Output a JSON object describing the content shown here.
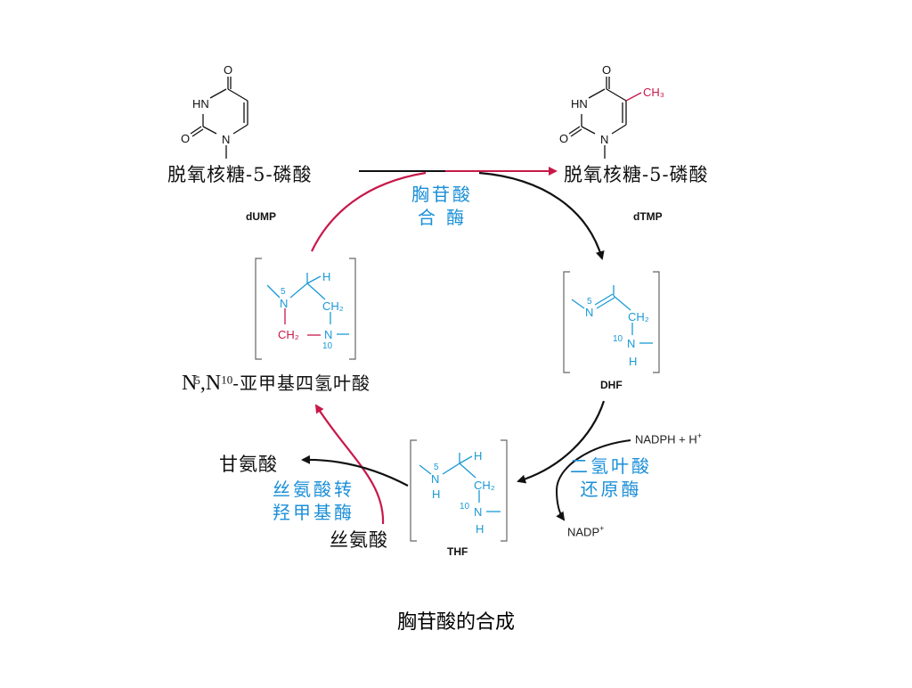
{
  "diagram": {
    "dump_molecule": {
      "atom_o_top": "O",
      "atom_hn": "HN",
      "atom_o_left": "O",
      "atom_n": "N",
      "sugar_label": "脱氧核糖-5-磷酸",
      "abbr": "dUMP"
    },
    "dtmp_molecule": {
      "atom_o_top": "O",
      "atom_hn": "HN",
      "atom_o_left": "O",
      "atom_n": "N",
      "methyl": "CH₃",
      "sugar_label": "脱氧核糖-5-磷酸",
      "abbr": "dTMP"
    },
    "enzyme_thymidylate": [
      "胸苷酸",
      "合 酶"
    ],
    "dhf": {
      "n5_sup": "5",
      "n5": "N",
      "ch2": "CH₂",
      "n10_sup": "10",
      "n10": "N",
      "h": "H",
      "abbr": "DHF"
    },
    "thf": {
      "n5_sup": "5",
      "n5": "N",
      "h5": "H",
      "h_top": "H",
      "ch2": "CH₂",
      "n10_sup": "10",
      "n10": "N",
      "h10": "H",
      "abbr": "THF"
    },
    "methylene_thf": {
      "n5_sup": "5",
      "n5": "N",
      "h_top": "H",
      "ch2_top": "CH₂",
      "ch2_bridge": "CH₂",
      "n10_sup": "10",
      "n10": "N",
      "label_n": "N",
      "label_sup5": "5",
      "label_comma": ",",
      "label_n2": "N",
      "label_sup10": "10",
      "label_rest": "-亚甲基四氢叶酸"
    },
    "enzyme_dhfr": [
      "二氢叶酸",
      "还原酶"
    ],
    "nadph_in": "NADPH + H",
    "nadph_in_sup": "+",
    "nadp_out": "NADP",
    "nadp_out_sup": "+",
    "glycine": "甘氨酸",
    "enzyme_shmt": [
      "丝氨酸转",
      "羟甲基酶"
    ],
    "serine": "丝氨酸"
  },
  "caption": "胸苷酸的合成",
  "colors": {
    "red": "#c8184a",
    "blue": "#1a9ad6",
    "enzyme_blue": "#1a8fd8",
    "black": "#111111",
    "bracket": "#666666"
  }
}
